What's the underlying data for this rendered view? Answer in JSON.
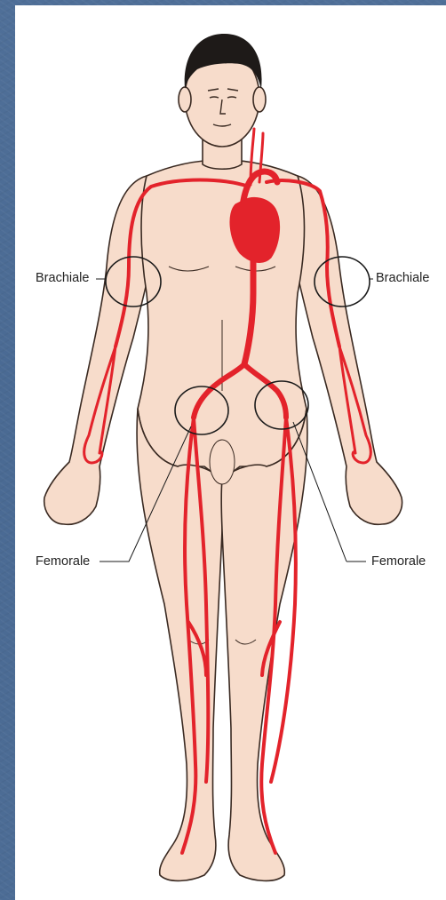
{
  "labels": {
    "brachiale_left": "Brachiale",
    "brachiale_right": "Brachiale",
    "femorale_left": "Femorale",
    "femorale_right": "Femorale"
  },
  "colors": {
    "background": "#4c6c95",
    "panel": "#ffffff",
    "skin": "#f7dccb",
    "artery": "#e3232b",
    "outline": "#3a2a22",
    "hair": "#1e1a18"
  }
}
